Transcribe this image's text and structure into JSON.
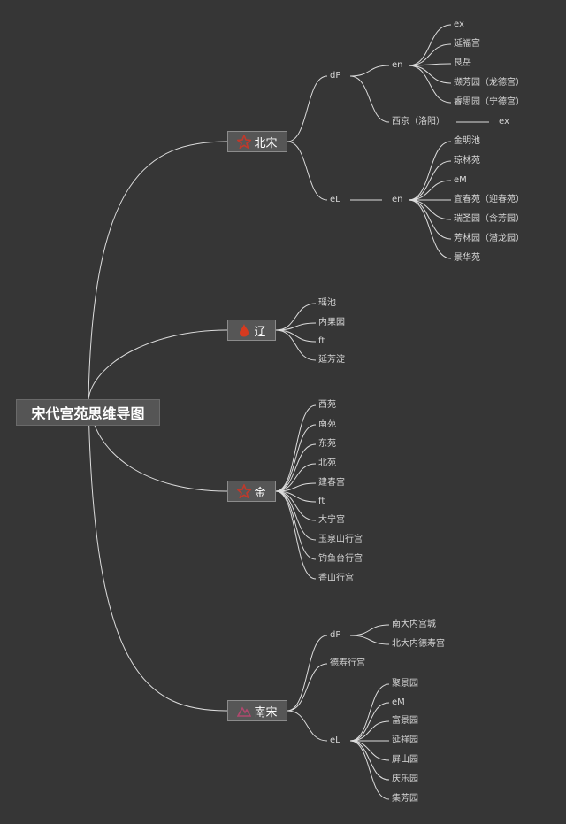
{
  "title": "宋代宫苑思维导图",
  "colors": {
    "background": "#363636",
    "line": "#dcdcdc",
    "icon_red": "#c0392b",
    "icon_pink": "#b0486e"
  },
  "branches": [
    {
      "id": "beisong",
      "label": "北宋",
      "icon": "flower-icon",
      "groups": [
        {
          "label": "dP",
          "sub": [
            {
              "label": "en",
              "items": [
                "ex",
                "延福宫",
                "艮岳",
                "撷芳园（龙德宫）",
                "睿思园（宁德宫）"
              ]
            },
            {
              "label": "西京（洛阳）",
              "items": [
                "ex"
              ]
            }
          ]
        },
        {
          "label": "eL",
          "sub": [
            {
              "label": "en",
              "items": [
                "金明池",
                "琼林苑",
                "eM",
                "宜春苑（迎春苑）",
                "瑞圣园（含芳园）",
                "芳林园（潜龙园）",
                "景华苑"
              ]
            }
          ]
        }
      ]
    },
    {
      "id": "liao",
      "label": "辽",
      "icon": "flame-icon",
      "items": [
        "瑶池",
        "内果园",
        "ft",
        "延芳淀"
      ]
    },
    {
      "id": "jin",
      "label": "金",
      "icon": "flower-icon",
      "items": [
        "西苑",
        "南苑",
        "东苑",
        "北苑",
        "建春宫",
        "ft",
        "大宁宫",
        "玉泉山行宫",
        "钓鱼台行宫",
        "香山行宫"
      ]
    },
    {
      "id": "nansong",
      "label": "南宋",
      "icon": "mountain-icon",
      "groups": [
        {
          "label": "dP",
          "items": [
            "南大内宫城",
            "北大内德寿宫"
          ]
        },
        {
          "label": "德寿行宫",
          "items": []
        },
        {
          "label": "eL",
          "items": [
            "聚景园",
            "eM",
            "富景园",
            "延祥园",
            "屏山园",
            "庆乐园",
            "集芳园"
          ]
        }
      ]
    }
  ]
}
